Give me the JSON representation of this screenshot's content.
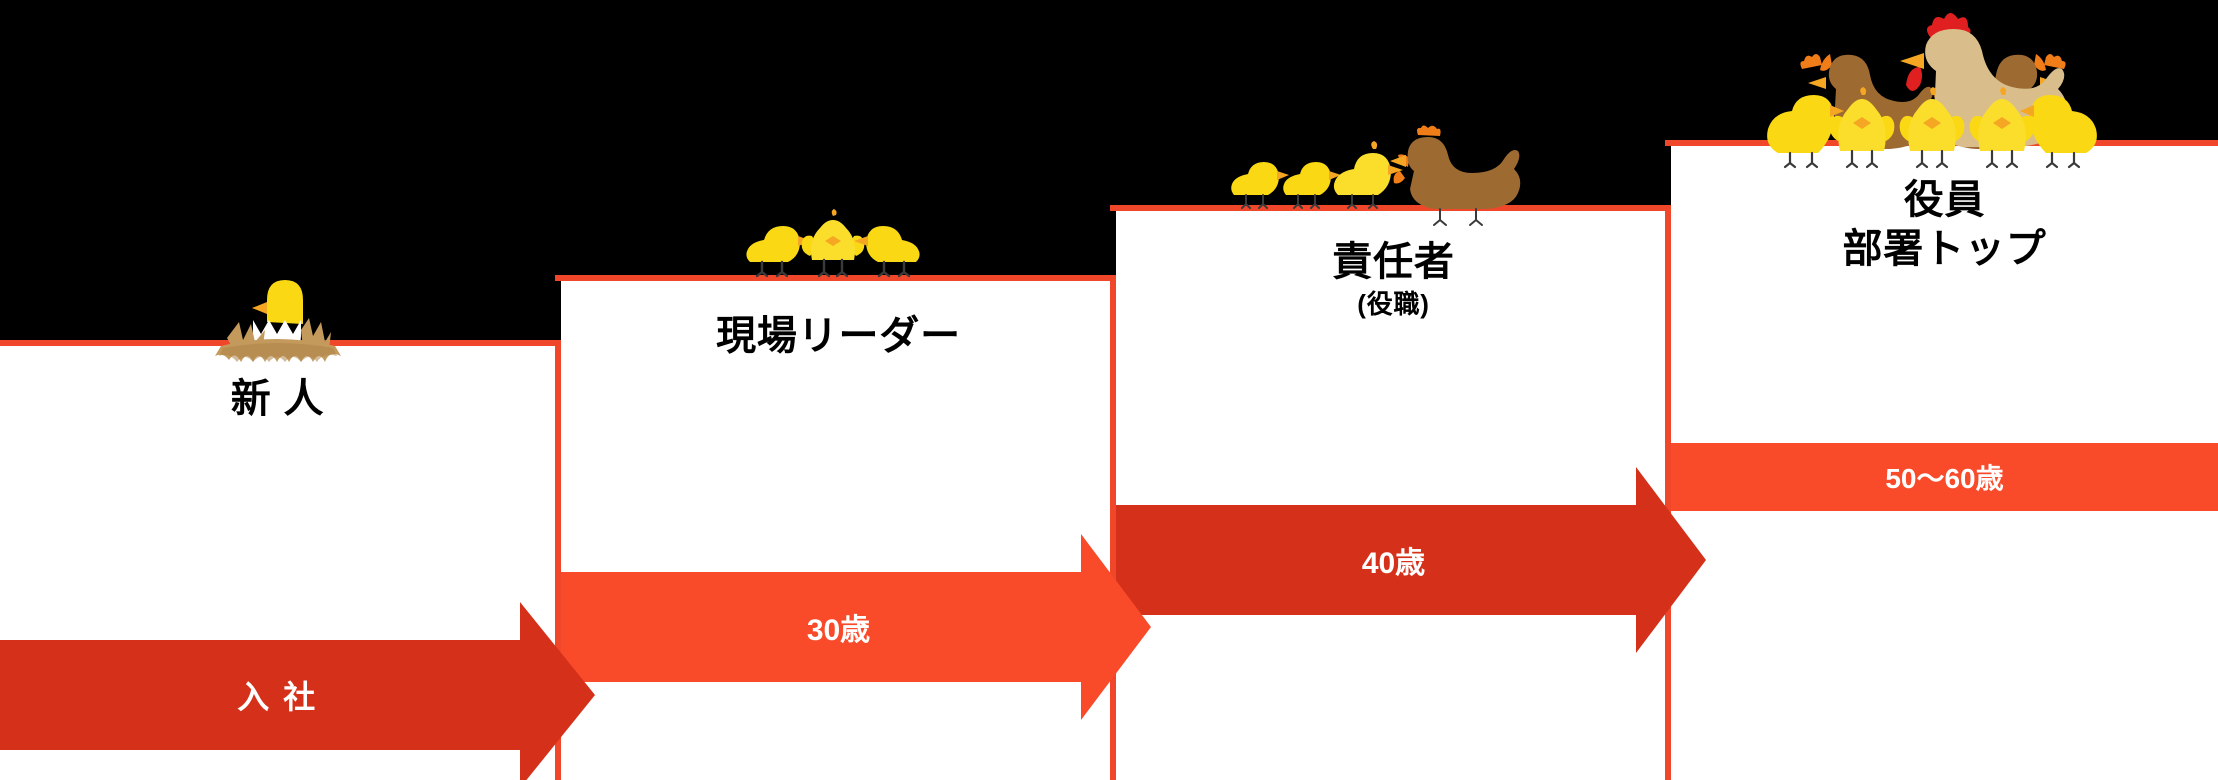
{
  "diagram": {
    "title_visible": false,
    "background_color": "#000000",
    "step_fill_color": "#ffffff",
    "step_edge_color": "#F0472A",
    "arrow_color_dark": "#D5301A",
    "arrow_color_bright": "#F94A2A",
    "chick_color": "#FAD813",
    "chick_body_color": "#FBDE2B",
    "hen_brown_color": "#9D6B32",
    "hen_tan_color": "#D9BE8B",
    "comb_orange_color": "#F07D18",
    "comb_red_color": "#E02020",
    "beak_color": "#F5A623",
    "nest_color": "#C49A5C",
    "egg_color": "#ffffff",
    "leg_color": "#3a3a3a"
  },
  "steps": [
    {
      "id": "step-1",
      "label": "新 人",
      "sublabel": "",
      "art": "hatching-chick-in-nest"
    },
    {
      "id": "step-2",
      "label": "現場リーダー",
      "sublabel": "",
      "art": "three-chicks"
    },
    {
      "id": "step-3",
      "label": "責任者",
      "sublabel": "(役職)",
      "art": "hen-with-three-chicks"
    },
    {
      "id": "step-4",
      "label": "役員",
      "sublabel": "部署トップ",
      "art": "three-hens-with-five-chicks"
    }
  ],
  "arrows": [
    {
      "id": "arrow-1",
      "label": "入 社",
      "style": "dark"
    },
    {
      "id": "arrow-2",
      "label": "30歳",
      "style": "bright"
    },
    {
      "id": "arrow-3",
      "label": "40歳",
      "style": "dark"
    },
    {
      "id": "arrow-4",
      "label": "50〜60歳",
      "style": "bright"
    }
  ],
  "chart_data": {
    "type": "bar",
    "title": "",
    "categories": [
      "新 人",
      "現場リーダー",
      "責任者",
      "役員 部署トップ"
    ],
    "values": [
      1,
      2,
      3,
      4
    ],
    "annotations": [
      "入 社",
      "30歳",
      "40歳",
      "50〜60歳"
    ],
    "xlabel": "",
    "ylabel": ""
  }
}
